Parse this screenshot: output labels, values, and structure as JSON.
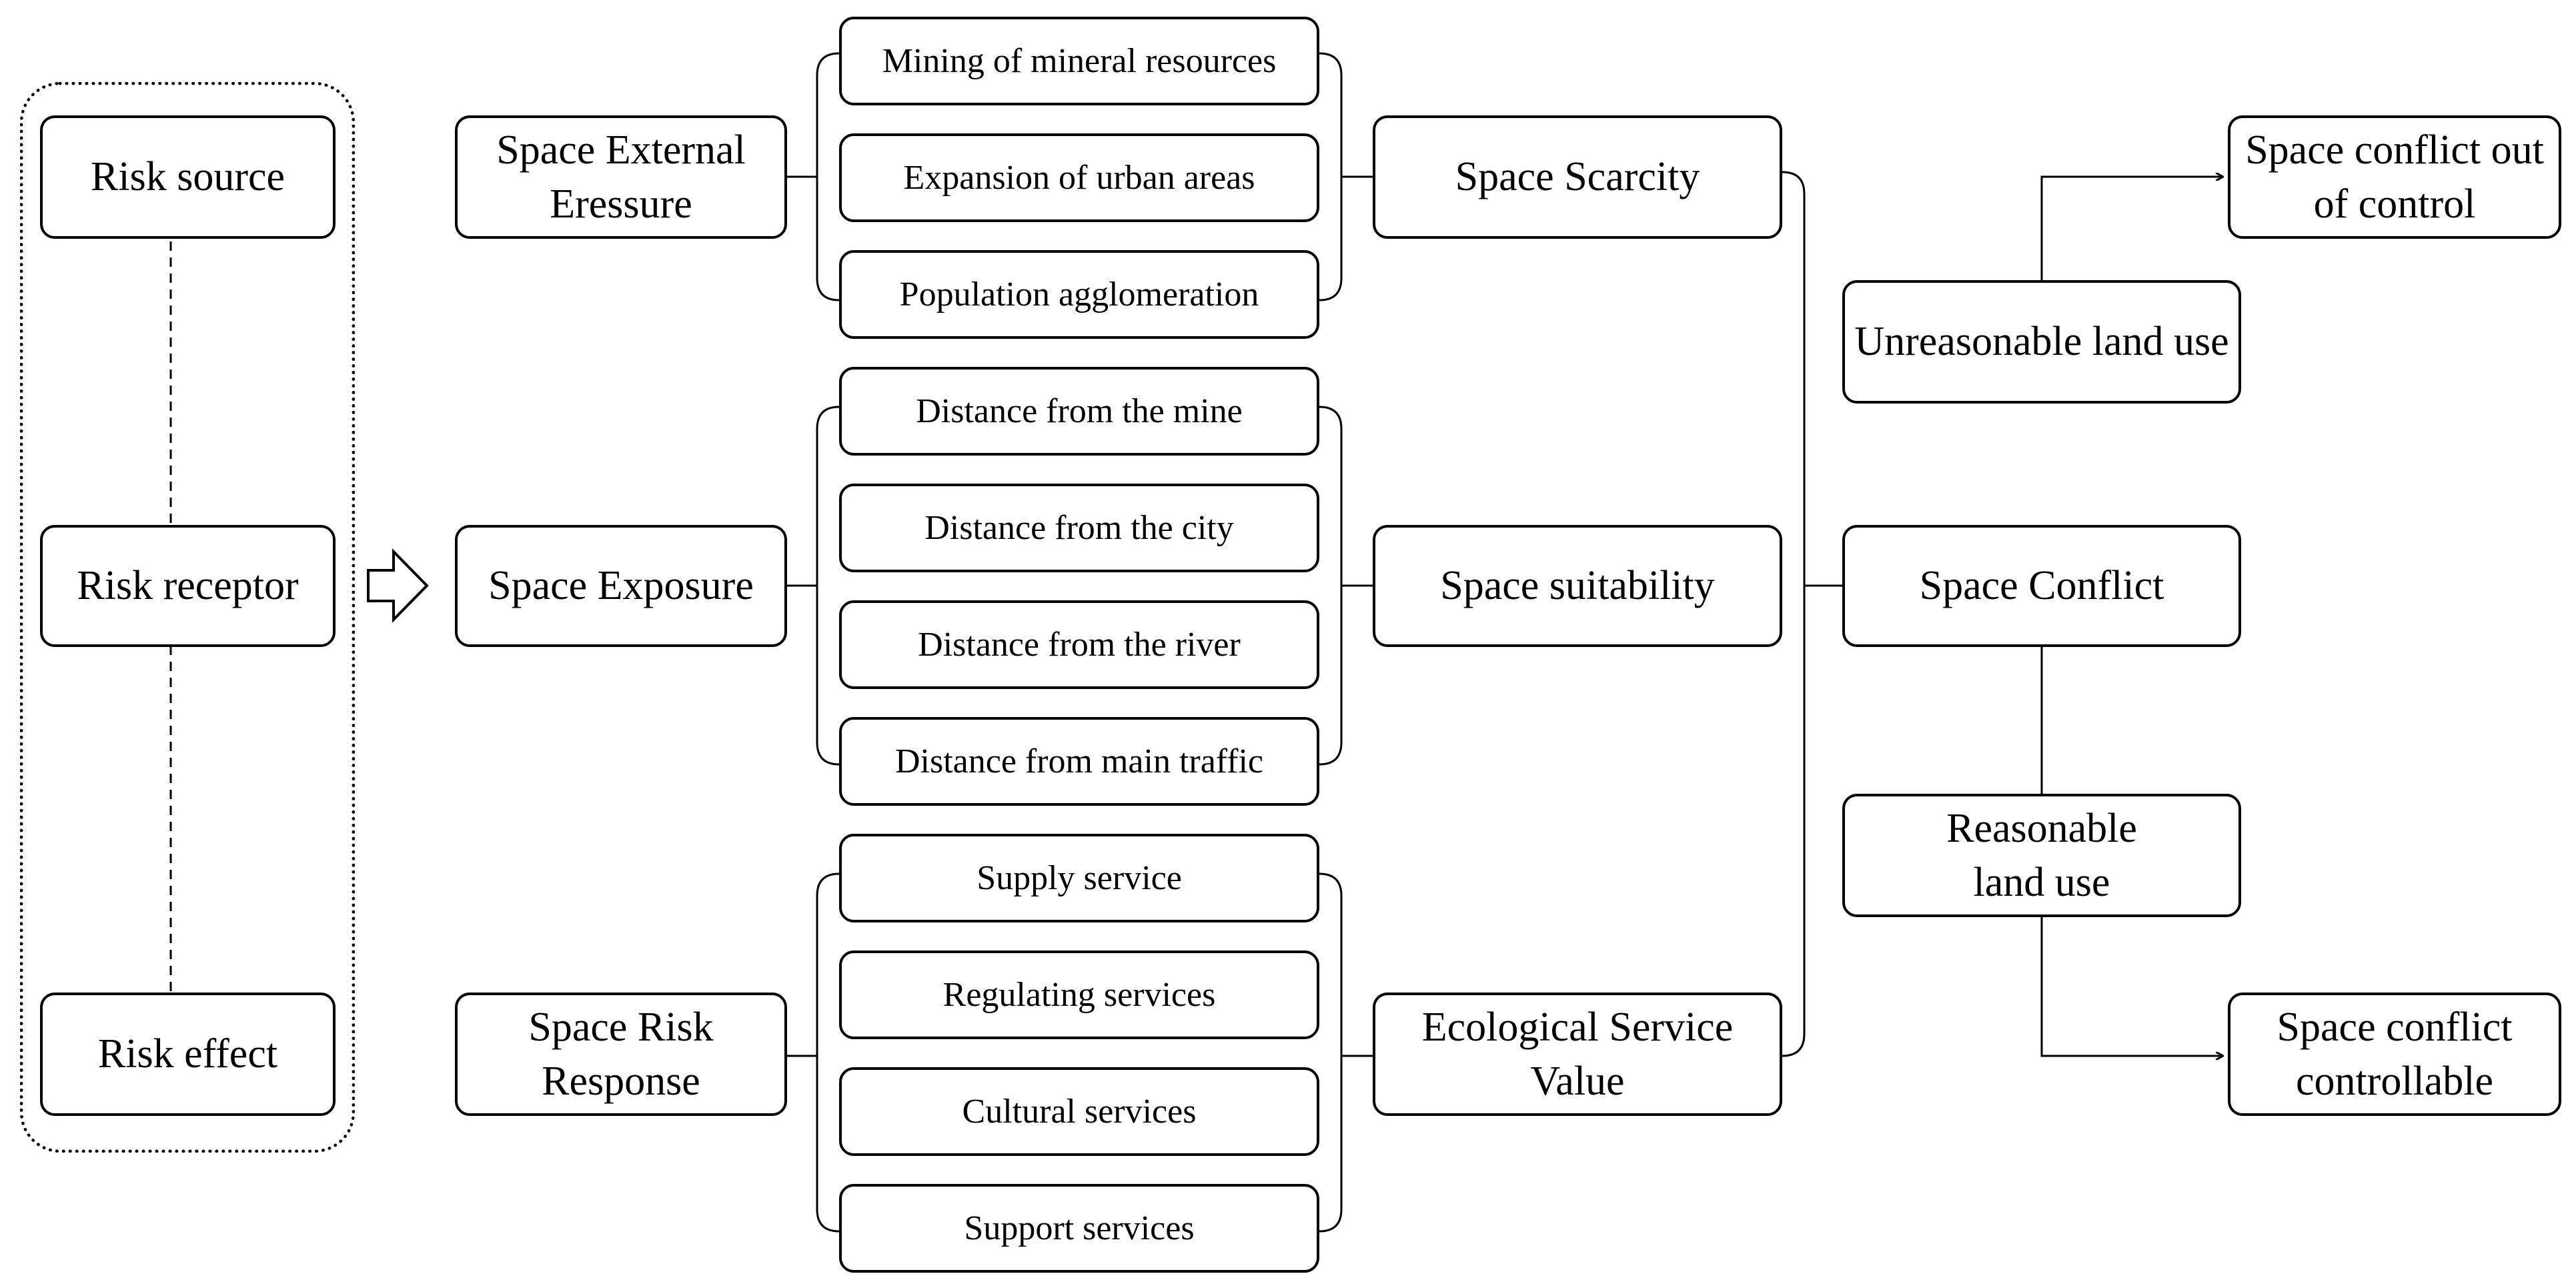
{
  "risk_chain": {
    "source": "Risk source",
    "receptor": "Risk receptor",
    "effect": "Risk effect"
  },
  "dimensions": {
    "external_pressure": "Space External Eressure",
    "exposure": "Space Exposure",
    "risk_response": "Space Risk Response"
  },
  "indicators": {
    "mining": "Mining of mineral resources",
    "urban_expansion": "Expansion of urban areas",
    "population": "Population agglomeration",
    "dist_mine": "Distance from the mine",
    "dist_city": "Distance from the city",
    "dist_river": "Distance from the river",
    "dist_traffic": "Distance from main traffic",
    "supply": "Supply service",
    "regulating": "Regulating services",
    "cultural": "Cultural services",
    "support": "Support services"
  },
  "attributes": {
    "scarcity": "Space Scarcity",
    "suitability": "Space suitability",
    "ecological_value": "Ecological Service Value"
  },
  "conflict": {
    "center": "Space Conflict",
    "unreasonable": "Unreasonable land use",
    "reasonable": "Reasonable land use",
    "out_of_control": "Space conflict out of control",
    "controllable": "Space conflict controllable"
  }
}
